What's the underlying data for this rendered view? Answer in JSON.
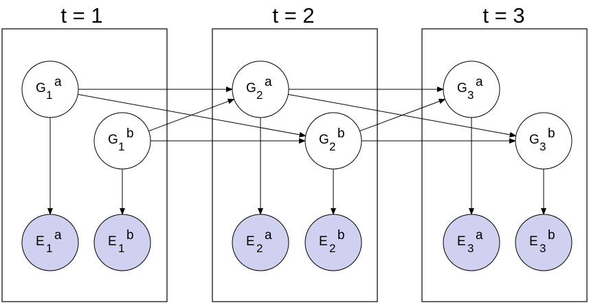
{
  "time_slices": [
    {
      "id": "t1",
      "title": "t = 1"
    },
    {
      "id": "t2",
      "title": "t = 2"
    },
    {
      "id": "t3",
      "title": "t = 3"
    }
  ],
  "nodes": [
    {
      "id": "G1a",
      "slice": 0,
      "kind": "latent",
      "base": "G",
      "sub": "1",
      "sup": "a"
    },
    {
      "id": "G1b",
      "slice": 0,
      "kind": "latent",
      "base": "G",
      "sub": "1",
      "sup": "b"
    },
    {
      "id": "E1a",
      "slice": 0,
      "kind": "observed",
      "base": "E",
      "sub": "1",
      "sup": "a"
    },
    {
      "id": "E1b",
      "slice": 0,
      "kind": "observed",
      "base": "E",
      "sub": "1",
      "sup": "b"
    },
    {
      "id": "G2a",
      "slice": 1,
      "kind": "latent",
      "base": "G",
      "sub": "2",
      "sup": "a"
    },
    {
      "id": "G2b",
      "slice": 1,
      "kind": "latent",
      "base": "G",
      "sub": "2",
      "sup": "b"
    },
    {
      "id": "E2a",
      "slice": 1,
      "kind": "observed",
      "base": "E",
      "sub": "2",
      "sup": "a"
    },
    {
      "id": "E2b",
      "slice": 1,
      "kind": "observed",
      "base": "E",
      "sub": "2",
      "sup": "b"
    },
    {
      "id": "G3a",
      "slice": 2,
      "kind": "latent",
      "base": "G",
      "sub": "3",
      "sup": "a"
    },
    {
      "id": "G3b",
      "slice": 2,
      "kind": "latent",
      "base": "G",
      "sub": "3",
      "sup": "b"
    },
    {
      "id": "E3a",
      "slice": 2,
      "kind": "observed",
      "base": "E",
      "sub": "3",
      "sup": "a"
    },
    {
      "id": "E3b",
      "slice": 2,
      "kind": "observed",
      "base": "E",
      "sub": "3",
      "sup": "b"
    }
  ],
  "edges": [
    {
      "from": "G1a",
      "to": "E1a"
    },
    {
      "from": "G1b",
      "to": "E1b"
    },
    {
      "from": "G2a",
      "to": "E2a"
    },
    {
      "from": "G2b",
      "to": "E2b"
    },
    {
      "from": "G3a",
      "to": "E3a"
    },
    {
      "from": "G3b",
      "to": "E3b"
    },
    {
      "from": "G1a",
      "to": "G2a"
    },
    {
      "from": "G1a",
      "to": "G2b"
    },
    {
      "from": "G1b",
      "to": "G2a"
    },
    {
      "from": "G1b",
      "to": "G2b"
    },
    {
      "from": "G2a",
      "to": "G3a"
    },
    {
      "from": "G2a",
      "to": "G3b"
    },
    {
      "from": "G2b",
      "to": "G3a"
    },
    {
      "from": "G2b",
      "to": "G3b"
    }
  ],
  "colors": {
    "observed_fill": "#d0d0f0",
    "latent_fill": "#ffffff",
    "stroke": "#000000"
  }
}
